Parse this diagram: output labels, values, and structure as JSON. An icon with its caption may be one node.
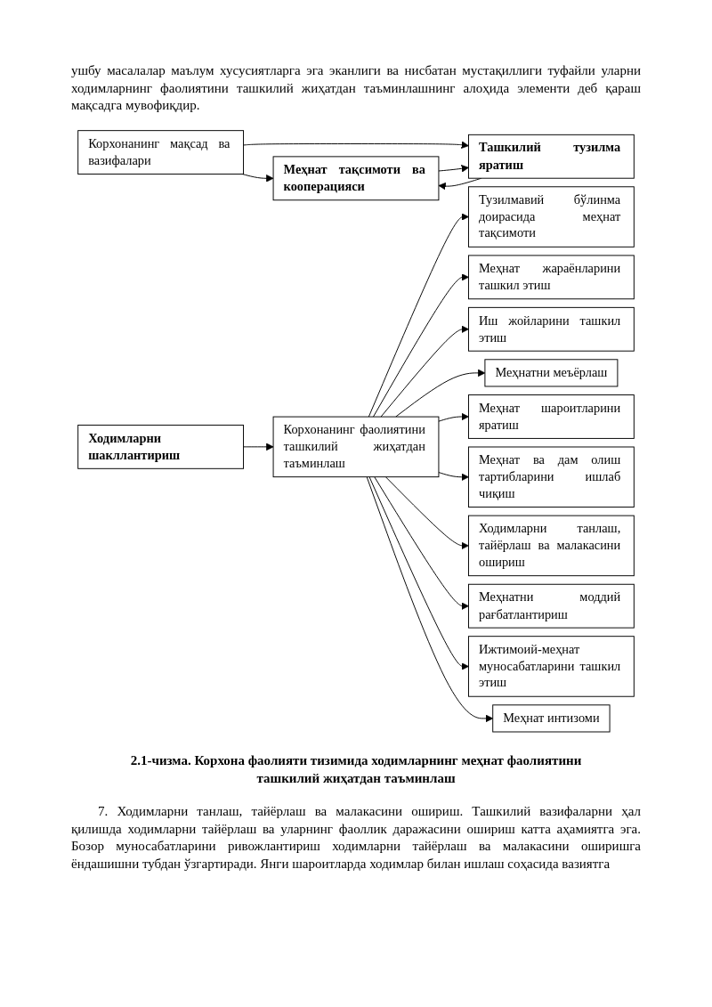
{
  "diagram": {
    "caption": "2.1-чизма. Корхона фаолияти тизимида ходимларнинг меҳнат фаолиятини ташкилий жиҳатдан таъминлаш",
    "nodes": [
      {
        "text": [
          "Корхонанинг мақсад ва вазифалари"
        ]
      },
      {
        "text": [
          "Меҳнат тақсимоти ва кооперацияси"
        ]
      },
      {
        "text": [
          "Ташкилий тузилма яратиш"
        ]
      },
      {
        "text": [
          "Ходимларни шакллантириш"
        ]
      },
      {
        "text": [
          "Корхонанинг фаолиятини ташкилий жиҳатдан таъминлаш"
        ]
      },
      {
        "text": [
          "Тузилмавий бўлинма доирасида меҳнат тақсимоти"
        ]
      },
      {
        "text": [
          "Меҳнат жараёнларини ташкил этиш"
        ]
      },
      {
        "text": [
          "Иш жойларини ташкил этиш"
        ]
      },
      {
        "text": [
          "Меҳнатни меъёрлаш"
        ]
      },
      {
        "text": [
          "Меҳнат шароитларини яратиш"
        ]
      },
      {
        "text": [
          "Меҳнат ва дам олиш тартибларини ишлаб чиқиш"
        ]
      },
      {
        "text": [
          "Ходимларни танлаш, тайёрлаш ва малакасини ошириш"
        ]
      },
      {
        "text": [
          "Меҳнатни моддий рағбатлантириш"
        ]
      },
      {
        "text": [
          "Ижтимоий-меҳнат муносабатларини ташкил этиш"
        ]
      },
      {
        "text": [
          "Меҳнат интизоми"
        ]
      }
    ],
    "edges": [
      {
        "from": 0,
        "to": 1,
        "arrow": "to"
      },
      {
        "from": 0,
        "to": 2,
        "arrow": "to"
      },
      {
        "from": 2,
        "to": 1,
        "arrow": "to"
      },
      {
        "from": 1,
        "to": 2,
        "arrow": "to"
      },
      {
        "from": 3,
        "to": 4,
        "arrow": "to"
      },
      {
        "from": 4,
        "to": 5,
        "arrow": "to"
      },
      {
        "from": 4,
        "to": 6,
        "arrow": "to"
      },
      {
        "from": 4,
        "to": 7,
        "arrow": "to"
      },
      {
        "from": 4,
        "to": 8,
        "arrow": "to"
      },
      {
        "from": 4,
        "to": 9,
        "arrow": "to"
      },
      {
        "from": 4,
        "to": 10,
        "arrow": "to"
      },
      {
        "from": 4,
        "to": 11,
        "arrow": "to"
      },
      {
        "from": 4,
        "to": 12,
        "arrow": "to"
      },
      {
        "from": 4,
        "to": 13,
        "arrow": "to"
      },
      {
        "from": 4,
        "to": 14,
        "arrow": "to"
      }
    ],
    "labels": [
      "ушбу масалалар маълум хусусиятларга эга эканлиги ва нисбатан мустақиллиги туфайли уларни ходимларнинг фаолиятини ташкилий жиҳатдан таъминлашнинг алоҳида элементи деб қараш мақсадга мувофиқдир.",
      "7. Ходимларни танлаш, тайёрлаш ва малакасини ошириш. Ташкилий вазифаларни ҳал қилишда ходимларни тайёрлаш ва уларнинг фаоллик даражасини ошириш катта аҳамиятга эга. Бозор муносабатларини ривожлантириш ходимларни тайёрлаш ва малакасини оширишга ёндашишни тубдан ўзгартиради. Янги шароитларда ходимлар билан ишлаш соҳасида вазиятга"
    ]
  }
}
